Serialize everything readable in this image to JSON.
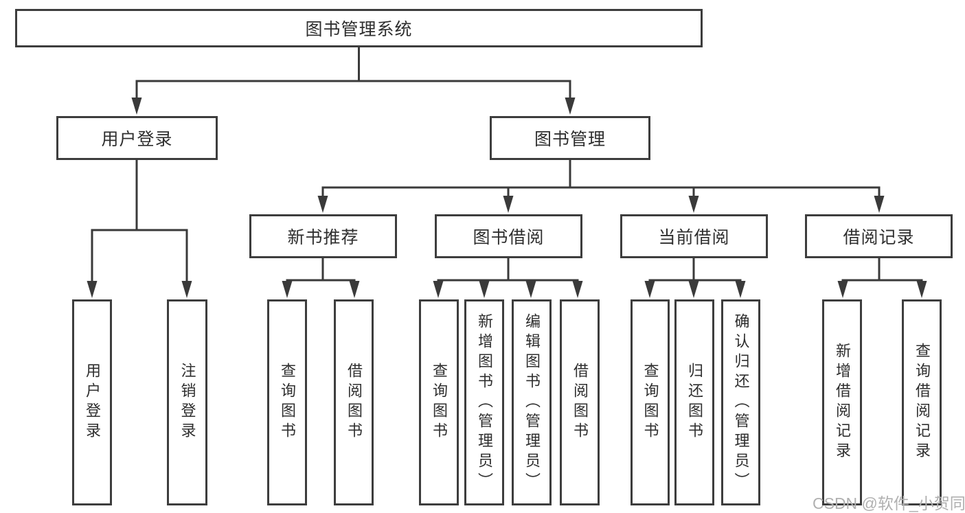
{
  "root_label": "图书管理系统",
  "nodes": {
    "user_login": "用户登录",
    "book_management": "图书管理",
    "new_book_recommend": "新书推荐",
    "book_borrowing": "图书借阅",
    "current_borrowing": "当前借阅",
    "borrowing_records": "借阅记录"
  },
  "leaves": {
    "user_login": "用户登录",
    "logout_login": "注销登录",
    "recommend_query_books": "查询图书",
    "recommend_borrow_books": "借阅图书",
    "borrowing_query_books": "查询图书",
    "borrowing_add_books_admin": "新增图书（管理员）",
    "borrowing_edit_books_admin": "编辑图书（管理员）",
    "borrowing_borrow_books": "借阅图书",
    "current_query_books": "查询图书",
    "current_return_books": "归还图书",
    "current_confirm_return_admin": "确认归还（管理员）",
    "records_add_record": "新增借阅记录",
    "records_query_record": "查询借阅记录"
  },
  "line_color": "#3a3a3a",
  "watermark": "CSDN @软件_小贺同学"
}
